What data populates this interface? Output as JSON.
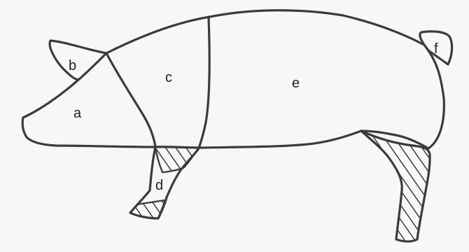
{
  "diagram": {
    "labels": {
      "a": "a",
      "b": "b",
      "c": "c",
      "d": "d",
      "e": "e",
      "f": "f"
    },
    "colors": {
      "ink": "#3b3b3b",
      "background": "#f7f7f7"
    }
  }
}
